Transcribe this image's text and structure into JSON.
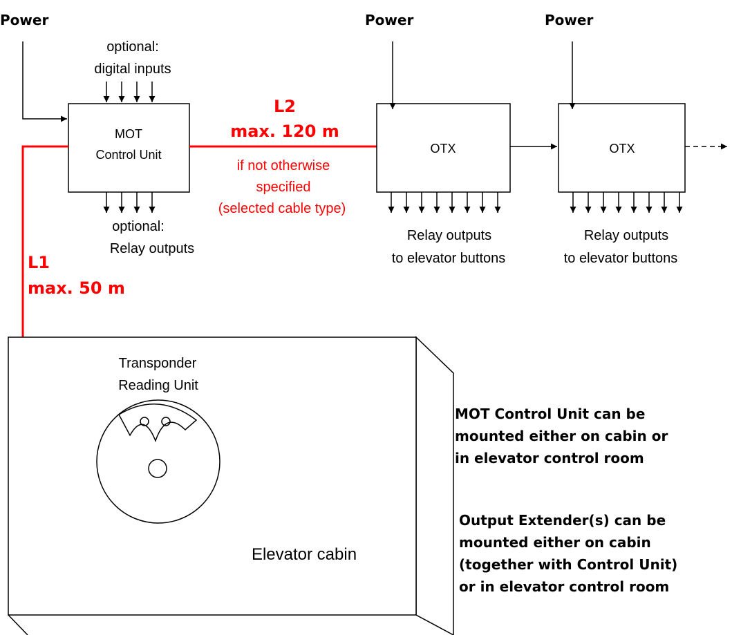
{
  "power": {
    "left": "Power",
    "middle": "Power",
    "right": "Power"
  },
  "control_unit": {
    "inputs_note_line1": "optional:",
    "inputs_note_line2": "digital inputs",
    "label_line1": "MOT",
    "label_line2": "Control Unit",
    "outputs_note_line1": "optional:",
    "outputs_note_line2": "Relay outputs"
  },
  "cable_l2": {
    "name": "L2",
    "length": "max. 120 m",
    "note_line1": "if not otherwise",
    "note_line2": "specified",
    "note_line3": "(selected cable type)"
  },
  "cable_l1": {
    "name": "L1",
    "length": "max. 50 m"
  },
  "otx1": {
    "label": "OTX",
    "outputs_line1": "Relay outputs",
    "outputs_line2": "to elevator buttons"
  },
  "otx2": {
    "label": "OTX",
    "outputs_line1": "Relay outputs",
    "outputs_line2": "to elevator buttons"
  },
  "cabin": {
    "reader_line1": "Transponder",
    "reader_line2": "Reading Unit",
    "label": "Elevator cabin"
  },
  "notes": {
    "note1_line1": "MOT Control Unit can be",
    "note1_line2": "mounted either on cabin or",
    "note1_line3": "in elevator control room",
    "note2_line1": "Output Extender(s) can be",
    "note2_line2": "mounted either on cabin",
    "note2_line3": "(together with Control Unit)",
    "note2_line4": "or in elevator control room"
  },
  "colors": {
    "cable": "#ff0000",
    "line": "#000000",
    "background": "#ffffff"
  }
}
